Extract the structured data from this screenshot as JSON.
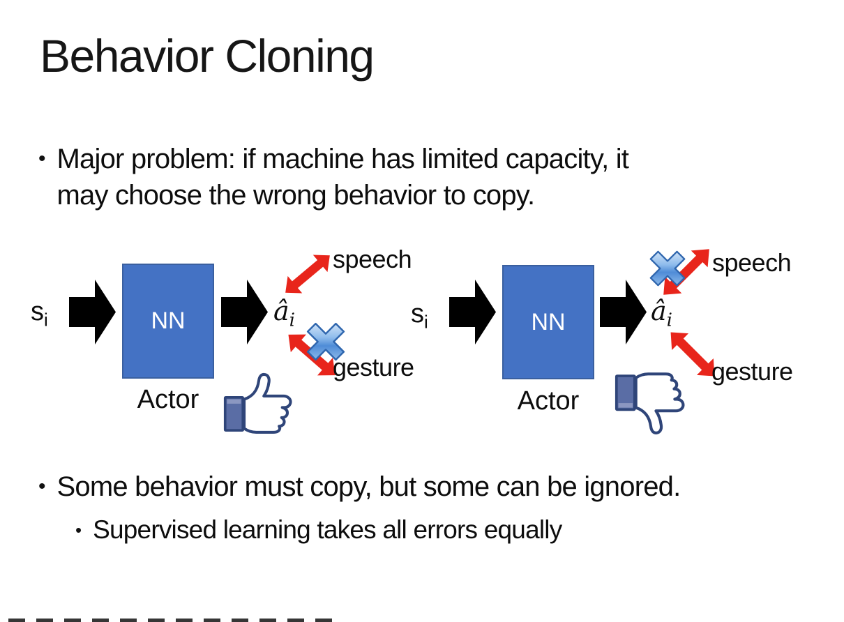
{
  "slide": {
    "title": "Behavior Cloning",
    "bullet_char": "•",
    "bullets": {
      "major_problem_line1": "Major problem: if machine has limited capacity, it",
      "major_problem_line2": "may choose the wrong behavior to copy.",
      "some_behavior": "Some behavior must copy, but some can be ignored.",
      "supervised_learning": "Supervised learning takes all errors equally"
    }
  },
  "diagram": {
    "left": {
      "input_base": "s",
      "input_sub": "i",
      "nn_label": "NN",
      "output_base": "â",
      "output_sub": "i",
      "actor_label": "Actor",
      "speech_label": "speech",
      "gesture_label": "gesture",
      "crossed_out_action": "gesture",
      "feedback_icon": "thumbs-up"
    },
    "right": {
      "input_base": "s",
      "input_sub": "i",
      "nn_label": "NN",
      "output_base": "â",
      "output_sub": "i",
      "actor_label": "Actor",
      "speech_label": "speech",
      "gesture_label": "gesture",
      "crossed_out_action": "speech",
      "feedback_icon": "thumbs-down"
    }
  },
  "colors": {
    "background": "#FFFFFF",
    "text": "#111111",
    "nn_box_fill": "#4472C4",
    "nn_box_border": "#3A5F9F",
    "nn_text": "#FFFFFF",
    "block_arrow": "#000000",
    "double_arrow_red": "#E8251B",
    "cross_blue": "#5E97DB",
    "thumb_outline": "#2F4579",
    "thumb_cuff": "#5A6DA5",
    "thumb_hand": "#FFFFFF"
  }
}
